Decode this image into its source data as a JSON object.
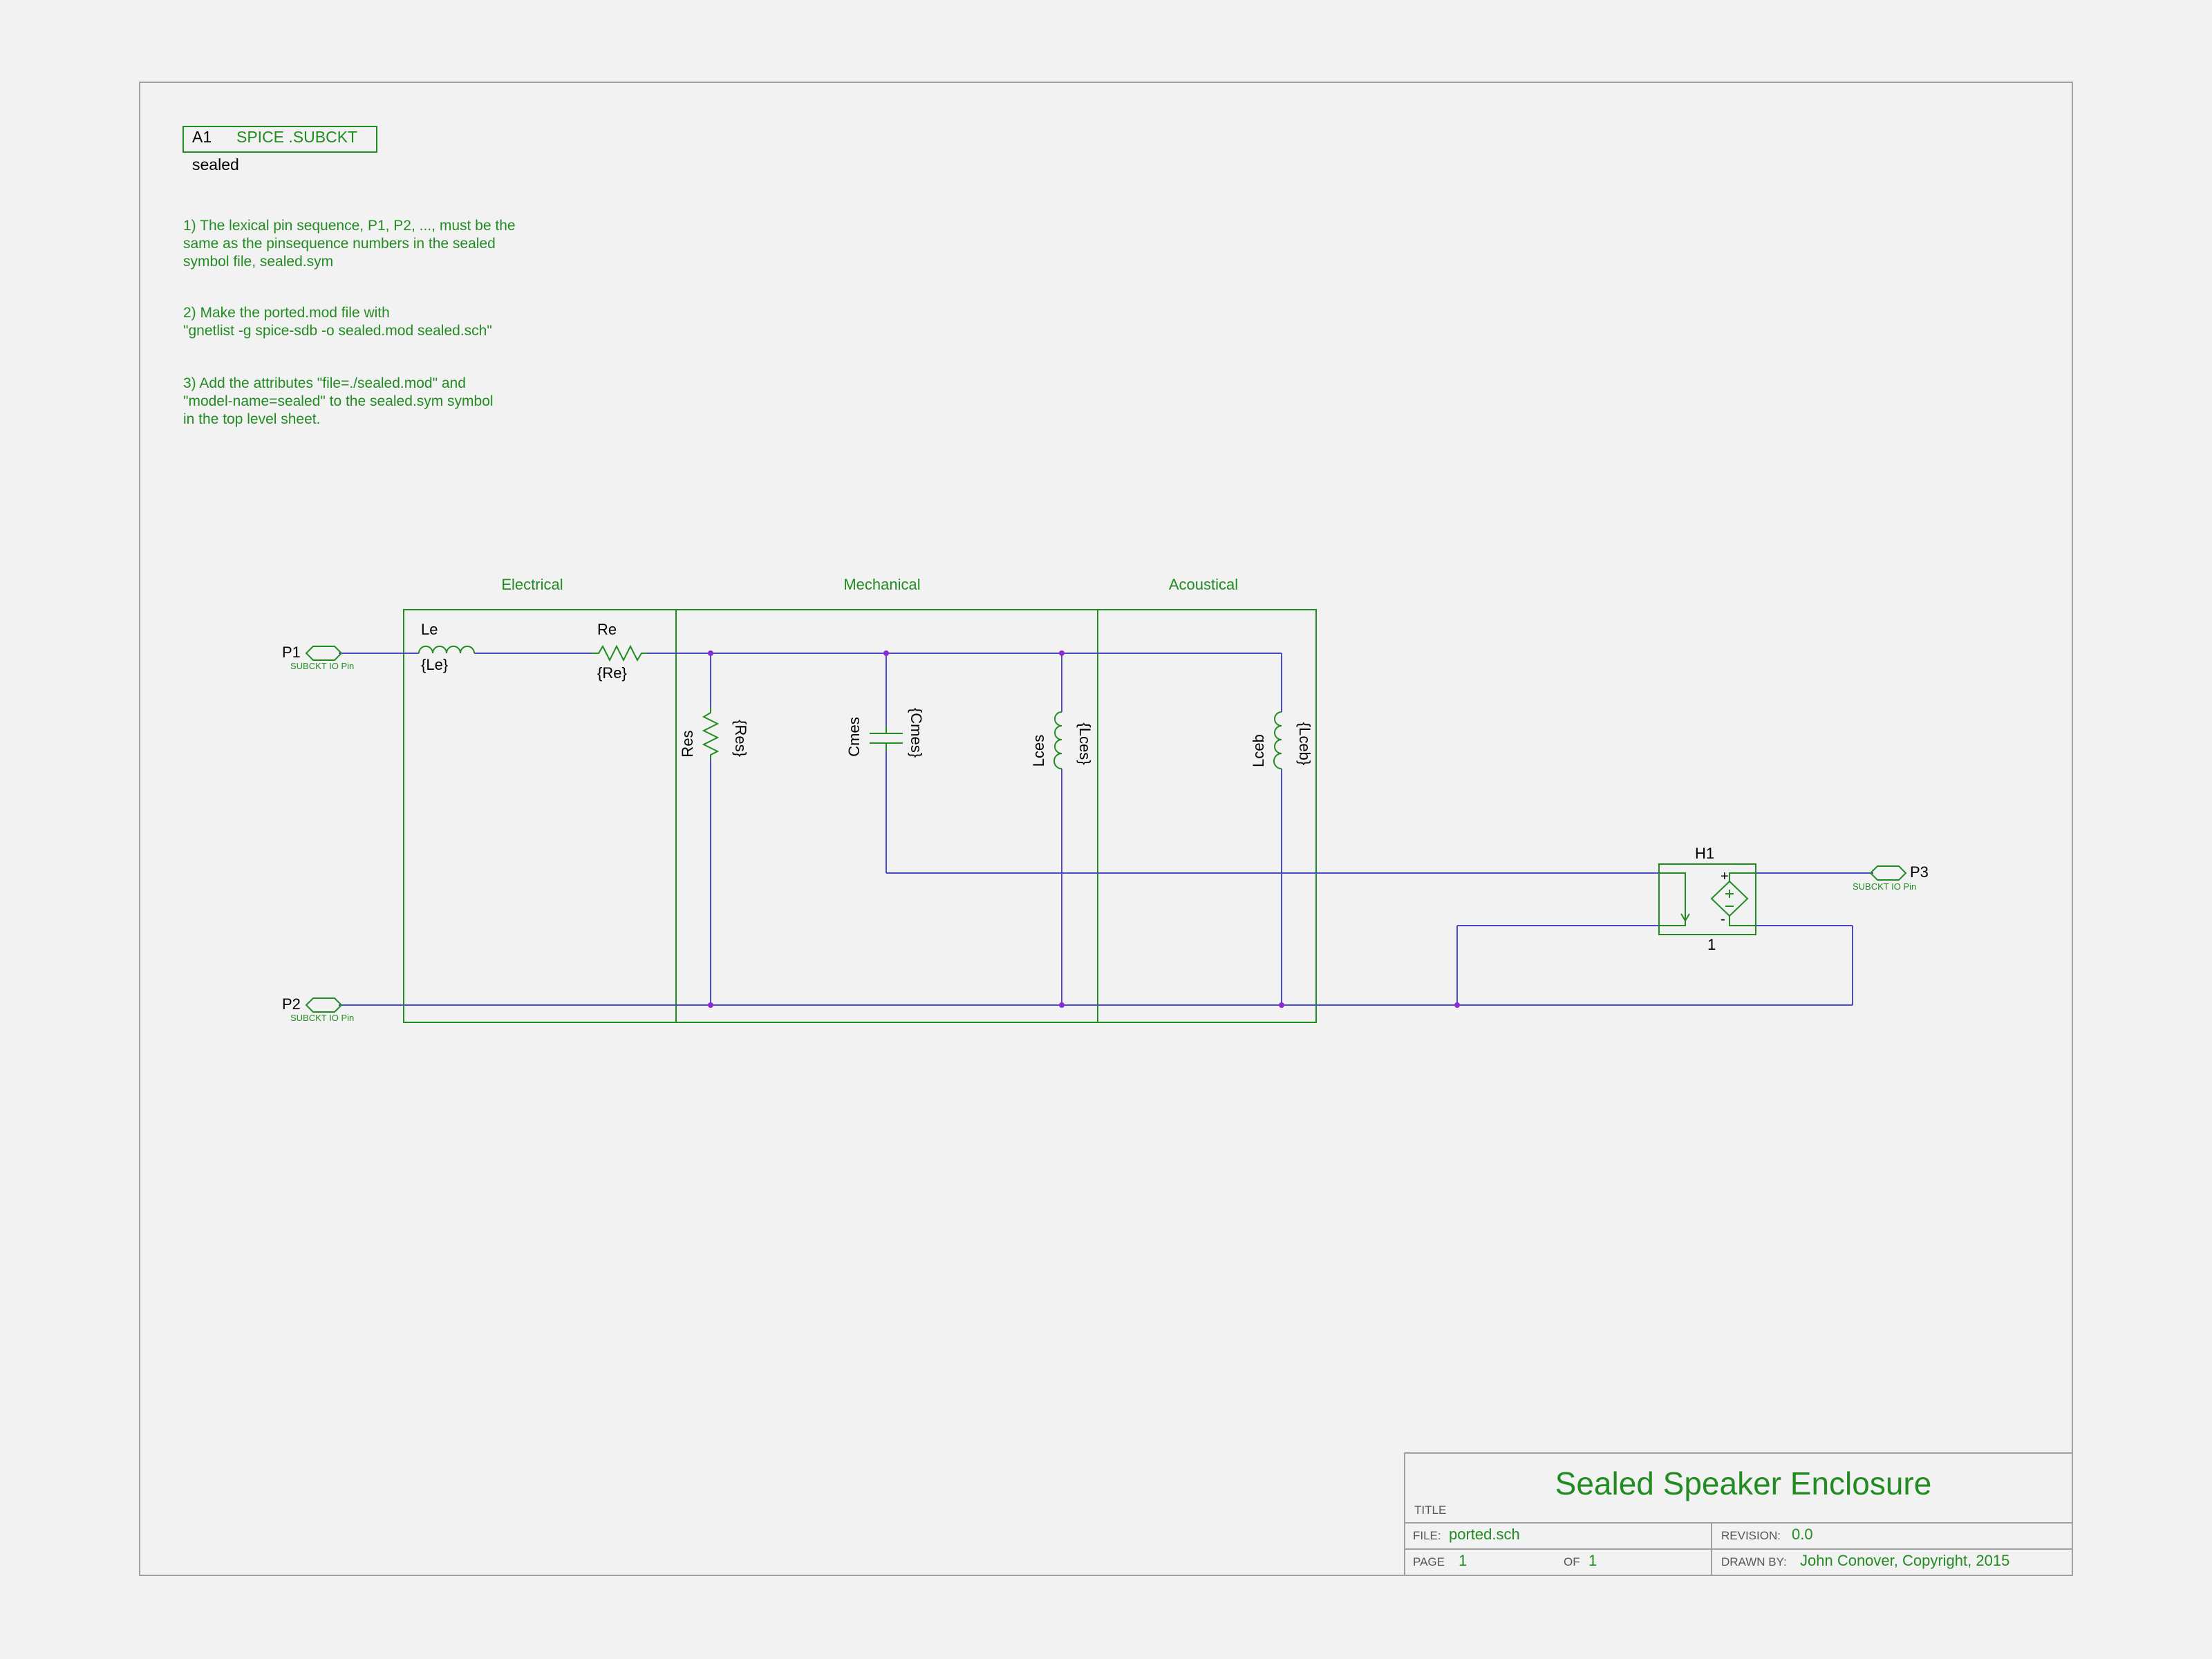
{
  "colors": {
    "background": "#f2f2f2",
    "frame": "#a0a0a0",
    "green": "#228b22",
    "wire": "#4b4bc8",
    "text": "#000000",
    "junction": "#8b2bd6"
  },
  "subckt": {
    "refdes": "A1",
    "label": "SPICE .SUBCKT",
    "model": "sealed"
  },
  "notes": {
    "note1": [
      "1) The lexical pin sequence, P1, P2, ..., must be the",
      "same as the pinsequence numbers in the sealed",
      "symbol file, sealed.sym"
    ],
    "note2": [
      "2) Make the ported.mod file with",
      "\"gnetlist -g spice-sdb  -o sealed.mod sealed.sch\""
    ],
    "note3": [
      "3) Add the attributes \"file=./sealed.mod\" and",
      "\"model-name=sealed\" to the sealed.sym symbol",
      "in the top level sheet."
    ]
  },
  "domains": {
    "electrical": "Electrical",
    "mechanical": "Mechanical",
    "acoustical": "Acoustical"
  },
  "pins": {
    "p1": {
      "name": "P1",
      "type": "SUBCKT IO Pin"
    },
    "p2": {
      "name": "P2",
      "type": "SUBCKT IO Pin"
    },
    "p3": {
      "name": "P3",
      "type": "SUBCKT IO Pin"
    }
  },
  "components": {
    "le": {
      "ref": "Le",
      "value": "{Le}"
    },
    "re": {
      "ref": "Re",
      "value": "{Re}"
    },
    "res": {
      "ref": "Res",
      "value": "{Res}"
    },
    "cmes": {
      "ref": "Cmes",
      "value": "{Cmes}"
    },
    "lces": {
      "ref": "Lces",
      "value": "{Lces}"
    },
    "lceb": {
      "ref": "Lceb",
      "value": "{Lceb}"
    },
    "h1": {
      "ref": "H1",
      "value": "1",
      "plus": "+",
      "minus": "-"
    }
  },
  "titleblock": {
    "title": "Sealed Speaker Enclosure",
    "title_label": "TITLE",
    "file_label": "FILE:",
    "file": "ported.sch",
    "page_label": "PAGE",
    "page": "1",
    "of_label": "OF",
    "of": "1",
    "revision_label": "REVISION:",
    "revision": "0.0",
    "drawnby_label": "DRAWN BY:",
    "drawnby": "John Conover, Copyright, 2015"
  }
}
